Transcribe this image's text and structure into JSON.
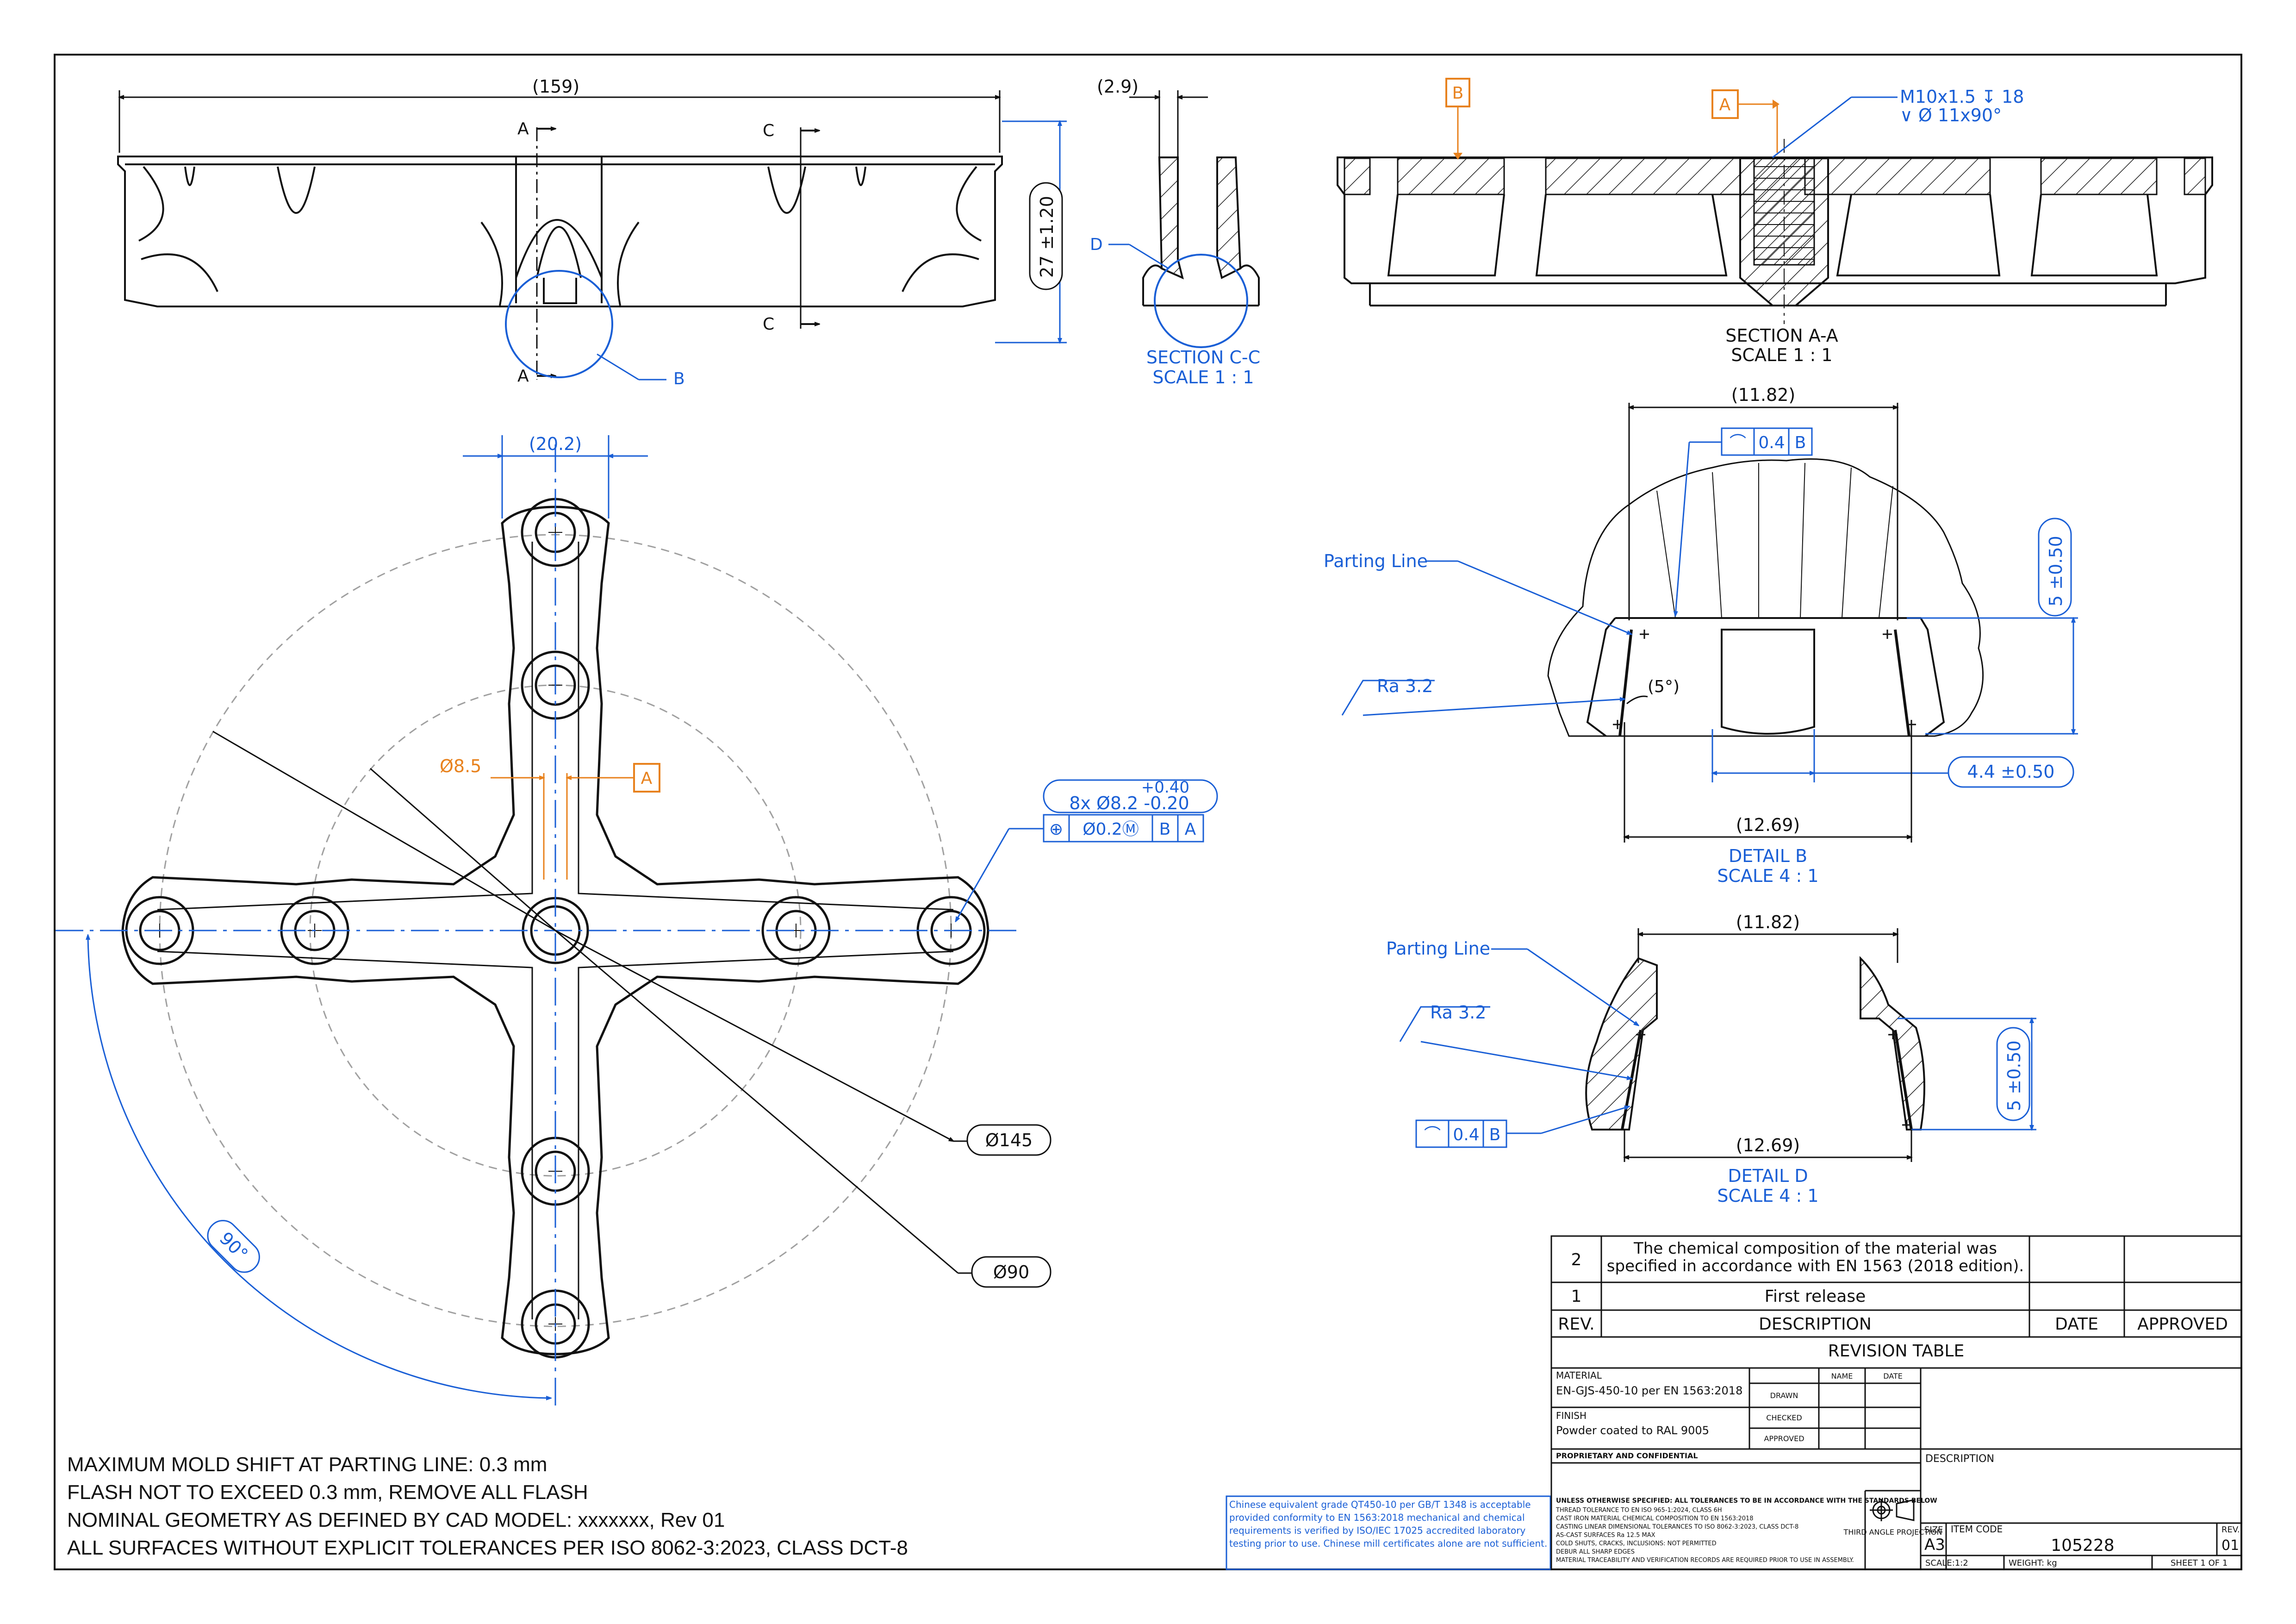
{
  "views": {
    "top": {
      "dim_length": "(159)",
      "dim_height": "27 ±1.20",
      "section_a_top": "A",
      "section_a_bottom": "A",
      "section_c_top": "C",
      "section_c_bottom": "C",
      "detail_b_label": "B"
    },
    "section_cc": {
      "dim_thickness": "(2.9)",
      "detail_d_label": "D",
      "title": "SECTION C-C",
      "scale": "SCALE 1 : 1"
    },
    "section_aa": {
      "datum_b": "B",
      "datum_a": "A",
      "thread_callout": "M10x1.5 ↧ 18",
      "csink_callout": "∨ Ø 11x90°",
      "title": "SECTION A-A",
      "scale": "SCALE 1 : 1"
    },
    "plan": {
      "dim_width": "(20.2)",
      "bore_dia": "Ø8.5",
      "datum_a": "A",
      "hole_tol_upper": "+0.40",
      "hole_callout": "8x Ø8.2 -0.20",
      "fcf_symbol": "⊕",
      "fcf_tol": "Ø0.2Ⓜ",
      "fcf_datum1": "B",
      "fcf_datum2": "A",
      "pcd_outer": "Ø145",
      "pcd_inner": "Ø90",
      "angle": "90°"
    },
    "detail_b": {
      "dim_top": "(11.82)",
      "profile_symbol": "⌒",
      "profile_tol": "0.4",
      "profile_datum": "B",
      "parting_line": "Parting Line",
      "roughness": "Ra 3.2",
      "draft": "(5°)",
      "dim_height": "5 ±0.50",
      "dim_bottom": "(12.69)",
      "dim_boss": "4.4 ±0.50",
      "title": "DETAIL B",
      "scale": "SCALE 4 : 1"
    },
    "detail_d": {
      "dim_top": "(11.82)",
      "parting_line": "Parting Line",
      "roughness": "Ra 3.2",
      "profile_symbol": "⌒",
      "profile_tol": "0.4",
      "profile_datum": "B",
      "dim_height": "5 ±0.50",
      "dim_bottom": "(12.69)",
      "title": "DETAIL D",
      "scale": "SCALE 4 : 1"
    }
  },
  "notes": [
    "MAXIMUM MOLD SHIFT AT PARTING LINE: 0.3 mm",
    "FLASH NOT TO EXCEED 0.3 mm, REMOVE ALL FLASH",
    "NOMINAL GEOMETRY AS DEFINED BY CAD MODEL: xxxxxxx, Rev 01",
    "ALL SURFACES WITHOUT EXPLICIT TOLERANCES PER ISO 8062-3:2023, CLASS DCT-8"
  ],
  "material_note": "Chinese equivalent grade QT450-10 per GB/T 1348 is acceptable provided conformity to EN 1563:2018 mechanical and chemical requirements is verified by ISO/IEC 17025 accredited laboratory testing prior to use. Chinese mill certificates alone are not sufficient.",
  "revision_table": {
    "rows": [
      {
        "rev": "2",
        "description": "The chemical composition of the material was specified in accordance with EN 1563 (2018 edition).",
        "date": "",
        "approved": ""
      },
      {
        "rev": "1",
        "description": "First release",
        "date": "",
        "approved": ""
      }
    ],
    "headers": {
      "rev": "REV.",
      "description": "DESCRIPTION",
      "date": "DATE",
      "approved": "APPROVED"
    },
    "title": "REVISION TABLE"
  },
  "title_block": {
    "material_label": "MATERIAL",
    "material": "EN-GJS-450-10 per EN 1563:2018",
    "finish_label": "FINISH",
    "finish": "Powder coated to RAL 9005",
    "name_header": "NAME",
    "date_header": "DATE",
    "drawn": "DRAWN",
    "checked": "CHECKED",
    "approved": "APPROVED",
    "proprietary": "PROPRIETARY AND CONFIDENTIAL",
    "description_label": "DESCRIPTION",
    "tolerance_heading": "UNLESS OTHERWISE SPECIFIED: ALL TOLERANCES TO BE IN ACCORDANCE WITH THE STANDARDS BELOW",
    "tolerance_lines": [
      "THREAD TOLERANCE TO EN ISO 965-1:2024, CLASS 6H",
      "CAST IRON MATERIAL CHEMICAL COMPOSITION TO EN 1563:2018",
      "CASTING LINEAR DIMENSIONAL TOLERANCES TO ISO 8062-3:2023, CLASS DCT-8",
      "AS-CAST SURFACES Ra 12.5 MAX",
      "COLD SHUTS, CRACKS, INCLUSIONS: NOT PERMITTED",
      "DEBUR ALL SHARP EDGES",
      "MATERIAL TRACEABILITY AND VERIFICATION RECORDS ARE REQUIRED PRIOR TO USE IN ASSEMBLY."
    ],
    "projection": "THIRD ANGLE PROJECTION",
    "size_label": "SIZE",
    "size": "A3",
    "item_code_label": "ITEM CODE",
    "item_code": "105228",
    "rev_label": "REV.",
    "rev": "01",
    "scale": "SCALE:1:2",
    "weight": "WEIGHT: kg",
    "sheet": "SHEET 1 OF 1"
  },
  "colors": {
    "line": "#111111",
    "dimension": "#1a5fd6",
    "datum": "#e8821e",
    "construction": "#a0a0a0"
  }
}
